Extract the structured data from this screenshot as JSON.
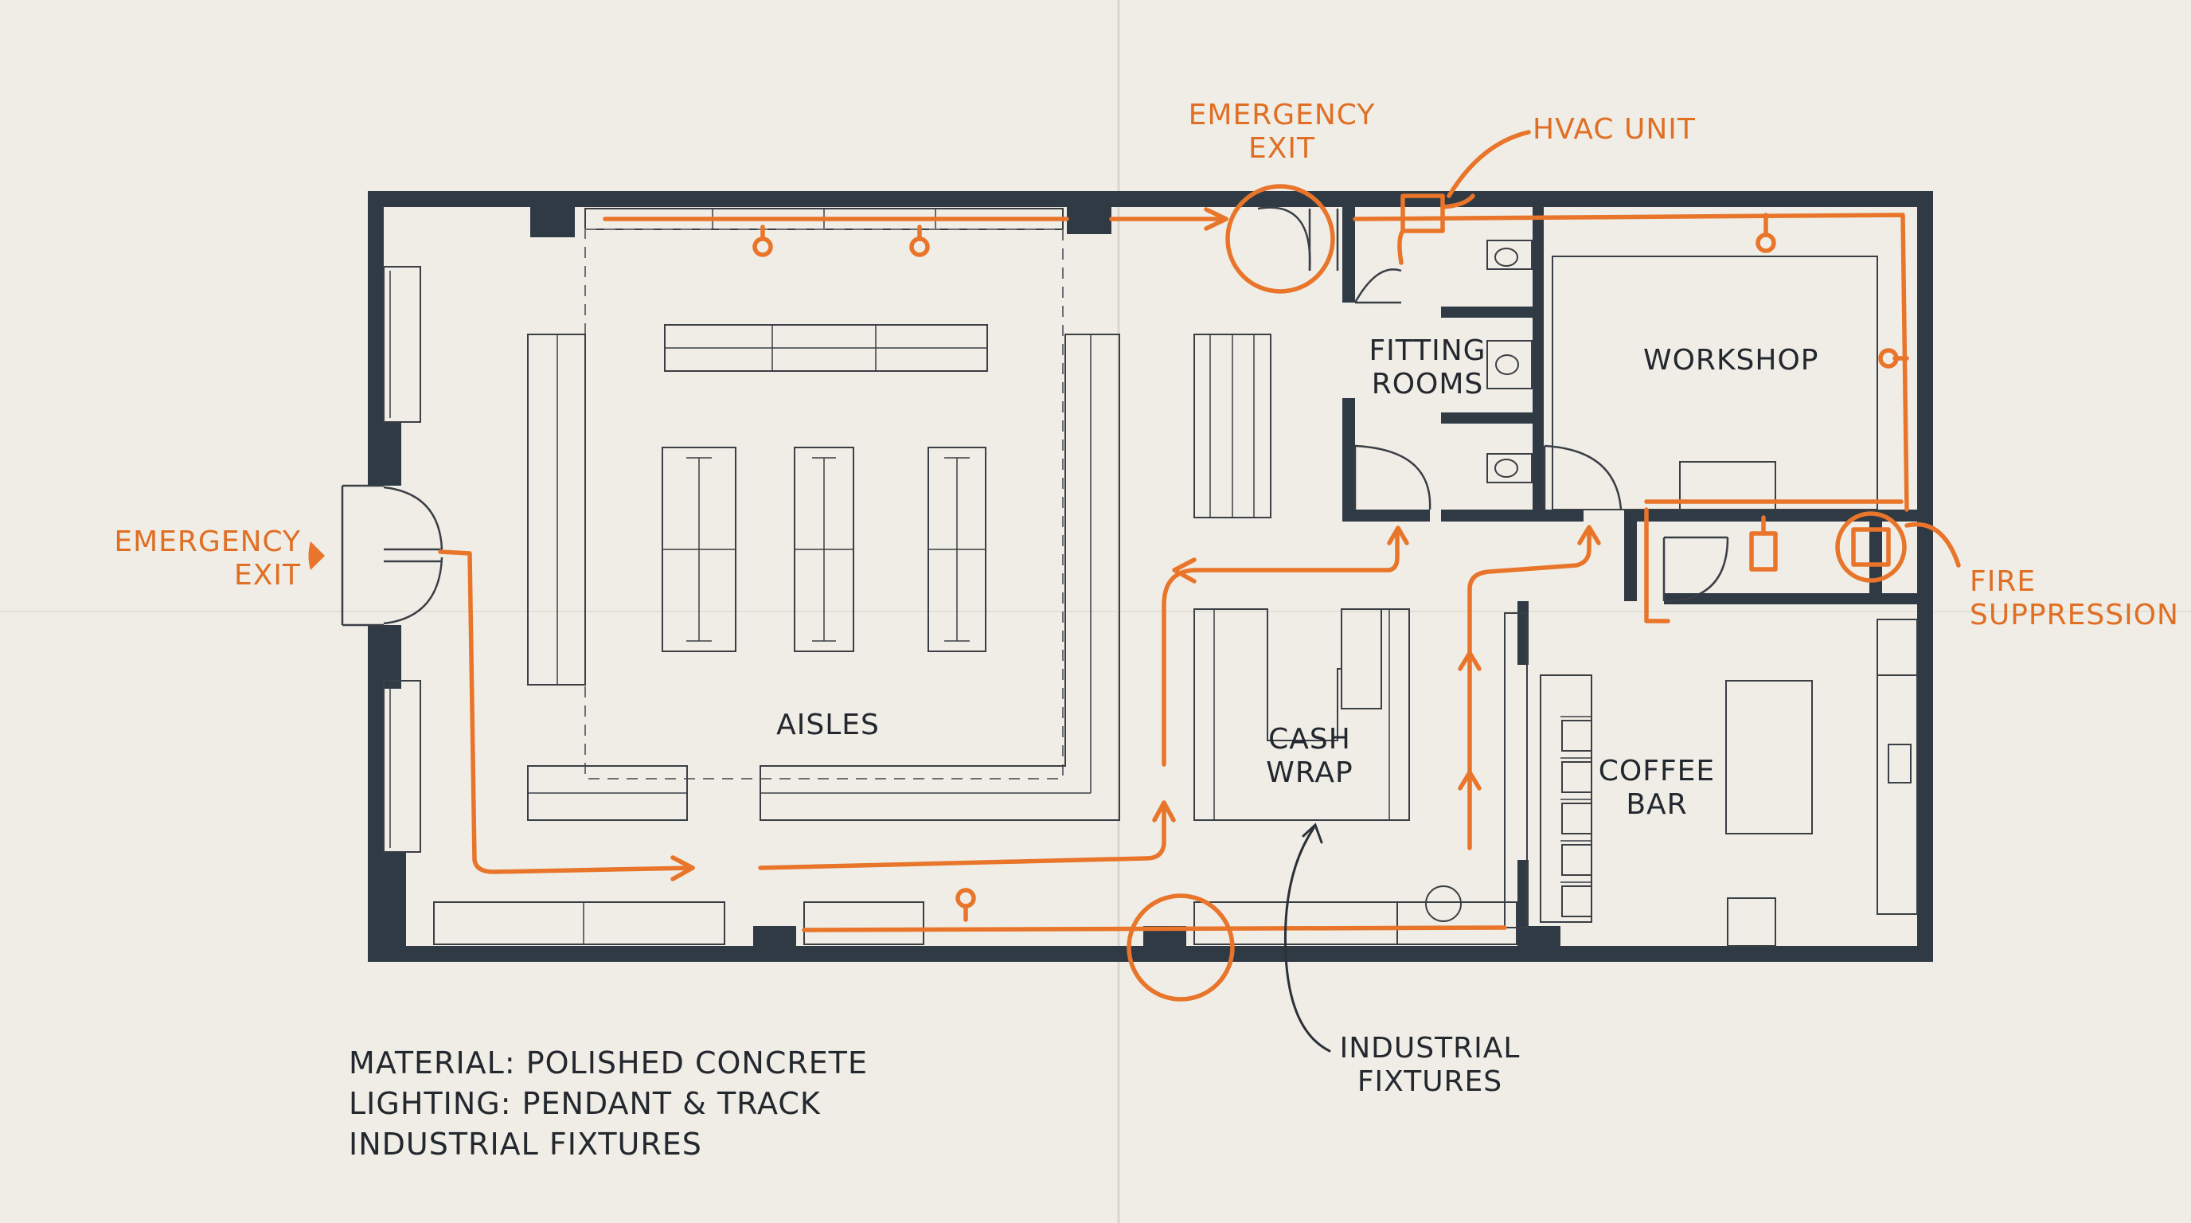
{
  "rooms": {
    "aisles": "AISLES",
    "fitting_rooms": "FITTING\nROOMS",
    "workshop": "WORKSHOP",
    "cash_wrap": "CASH\nWRAP",
    "coffee_bar": "COFFEE\nBAR"
  },
  "annotations": {
    "emergency_exit_top": "EMERGENCY\nEXIT",
    "hvac_unit": "HVAC UNIT",
    "emergency_exit_left": "EMERGENCY\nEXIT",
    "fire_suppression": "FIRE\nSUPPRESSION",
    "industrial_fixtures": "INDUSTRIAL\nFIXTURES"
  },
  "notes": [
    "MATERIAL: POLISHED CONCRETE",
    "LIGHTING: PENDANT & TRACK",
    "INDUSTRIAL FIXTURES"
  ],
  "colors": {
    "paper": "#efede6",
    "walls": "#2f3a44",
    "markup": "#e8752a",
    "ink": "#23282e"
  }
}
